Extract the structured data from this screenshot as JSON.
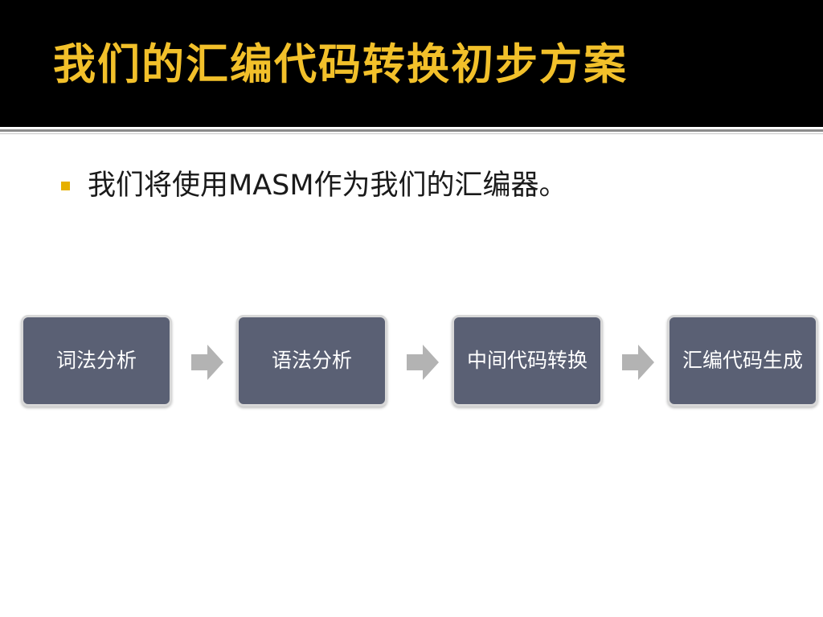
{
  "slide": {
    "title": "我们的汇编代码转换初步方案",
    "bullets": [
      {
        "text": "我们将使用MASM作为我们的汇编器。"
      }
    ],
    "flow_steps": [
      {
        "label": "词法分析"
      },
      {
        "label": "语法分析"
      },
      {
        "label": "中间代码转换"
      },
      {
        "label": "汇编代码生成"
      }
    ],
    "arrow_icon": "right-arrow-icon"
  },
  "colors": {
    "header_bg": "#000000",
    "title": "#f2c02a",
    "bullet_marker": "#e6b000",
    "step_fill": "#5a6074",
    "step_border": "#d8d8d8",
    "arrow": "#b3b3b3"
  }
}
